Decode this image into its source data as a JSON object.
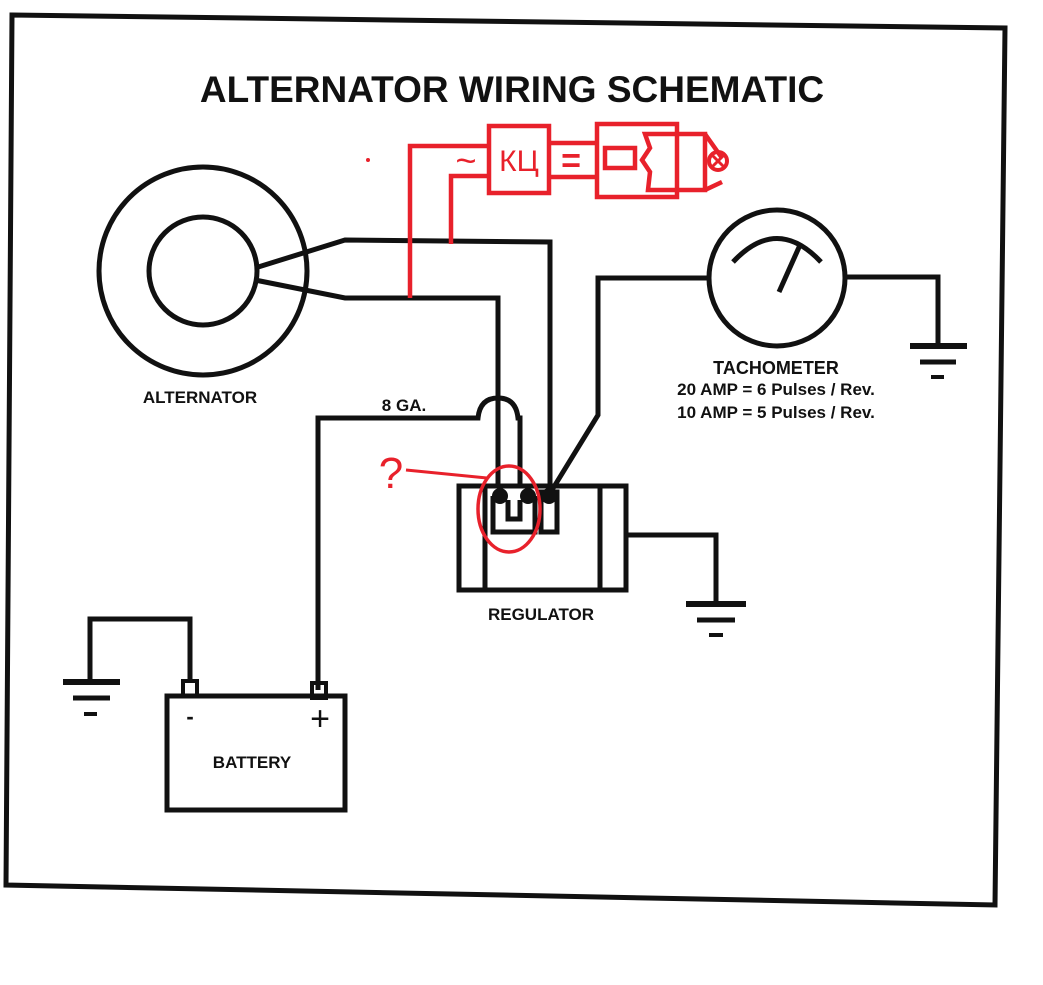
{
  "diagram": {
    "title": "ALTERNATOR WIRING SCHEMATIC",
    "components": {
      "alternator": {
        "label": "ALTERNATOR"
      },
      "tachometer": {
        "label": "TACHOMETER",
        "notes": [
          "20 AMP = 6 Pulses / Rev.",
          "10 AMP = 5 Pulses / Rev."
        ]
      },
      "regulator": {
        "label": "REGULATOR"
      },
      "battery": {
        "label": "BATTERY",
        "negative": "-",
        "positive": "+"
      }
    },
    "wire_labels": {
      "main_wire": "8 GA."
    },
    "annotations": {
      "question_mark": "?",
      "ac_symbol": "~",
      "rectifier_label": "КЦ",
      "dc_symbol": "=",
      "lamp_symbol": "⊗"
    },
    "colors": {
      "ink": "#111111",
      "annotation_red": "#e8212b",
      "background": "#ffffff"
    }
  }
}
